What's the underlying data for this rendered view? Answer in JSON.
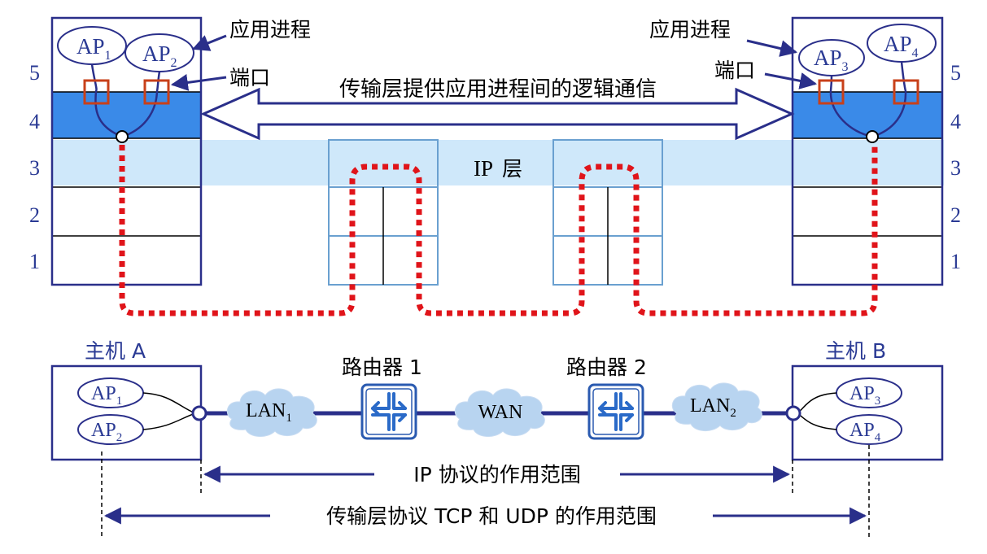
{
  "colors": {
    "navy": "#2a2f8a",
    "layer4_fill": "#3a8ae8",
    "ip_band": "#cfe8fa",
    "port_box": "#c8401a",
    "dotted_path": "#e0141a",
    "router_grid": "#6aa0d0",
    "cloud": "#b8d4f0",
    "label_blue": "#2a3a94"
  },
  "top": {
    "left_host": {
      "ap_a": {
        "base": "AP",
        "sub": "1"
      },
      "ap_b": {
        "base": "AP",
        "sub": "2"
      },
      "layer_numbers": [
        "5",
        "4",
        "3",
        "2",
        "1"
      ]
    },
    "right_host": {
      "ap_a": {
        "base": "AP",
        "sub": "3"
      },
      "ap_b": {
        "base": "AP",
        "sub": "4"
      },
      "layer_numbers": [
        "5",
        "4",
        "3",
        "2",
        "1"
      ]
    },
    "callouts": {
      "app_process_left": "应用进程",
      "port_left": "端口",
      "app_process_right": "应用进程",
      "port_right": "端口"
    },
    "transport_arrow_label": "传输层提供应用进程间的逻辑通信",
    "ip_layer_label": {
      "latin": "IP",
      "cjk": "层"
    }
  },
  "bottom": {
    "host_a_label": "主机 A",
    "host_b_label": "主机 B",
    "router1_label": "路由器 1",
    "router2_label": "路由器 2",
    "host_a_aps": [
      {
        "base": "AP",
        "sub": "1"
      },
      {
        "base": "AP",
        "sub": "2"
      }
    ],
    "host_b_aps": [
      {
        "base": "AP",
        "sub": "3"
      },
      {
        "base": "AP",
        "sub": "4"
      }
    ],
    "lan1": {
      "base": "LAN",
      "sub": "1"
    },
    "wan": "WAN",
    "lan2": {
      "base": "LAN",
      "sub": "2"
    },
    "ip_scope_label": "IP 协议的作用范围",
    "transport_scope_label": "传输层协议 TCP 和 UDP 的作用范围"
  }
}
